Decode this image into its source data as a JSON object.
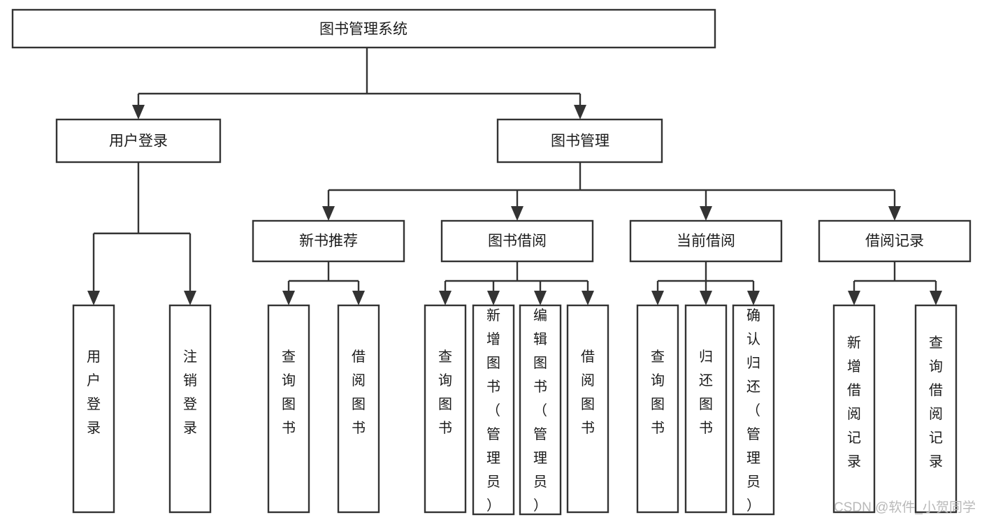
{
  "diagram": {
    "title": "图书管理系统",
    "type": "tree-hierarchy",
    "watermark": "CSDN @软件_小贺同学",
    "colors": {
      "box_stroke": "#333333",
      "box_fill": "#ffffff",
      "text": "#1b1b1b",
      "watermark": "#b9b9b9",
      "background": "#ffffff"
    },
    "levels": {
      "level1": "root",
      "level2": "modules",
      "level3": "sub-modules",
      "level4": "operations"
    }
  },
  "nodes": {
    "root": {
      "label": "图书管理系统"
    },
    "user_login": {
      "label": "用户登录"
    },
    "book_manage": {
      "label": "图书管理"
    },
    "new_book_recommend": {
      "label": "新书推荐"
    },
    "book_borrow": {
      "label": "图书借阅"
    },
    "current_borrow": {
      "label": "当前借阅"
    },
    "borrow_record": {
      "label": "借阅记录"
    },
    "leaf_user_login": {
      "label": "用户登录"
    },
    "leaf_logout": {
      "label": "注销登录"
    },
    "leaf_query_book_1": {
      "label": "查询图书"
    },
    "leaf_borrow_book_1": {
      "label": "借阅图书"
    },
    "leaf_query_book_2": {
      "label": "查询图书"
    },
    "leaf_add_book_admin": {
      "label": "新增图书（管理员）"
    },
    "leaf_edit_book_admin": {
      "label": "编辑图书（管理员）"
    },
    "leaf_borrow_book_2": {
      "label": "借阅图书"
    },
    "leaf_query_book_3": {
      "label": "查询图书"
    },
    "leaf_return_book": {
      "label": "归还图书"
    },
    "leaf_confirm_return_admin": {
      "label": "确认归还（管理员）"
    },
    "leaf_add_record": {
      "label": "新增借阅记录"
    },
    "leaf_query_record": {
      "label": "查询借阅记录"
    }
  },
  "tree": {
    "label": "图书管理系统",
    "children": [
      {
        "label": "用户登录",
        "children": [
          {
            "label": "用户登录"
          },
          {
            "label": "注销登录"
          }
        ]
      },
      {
        "label": "图书管理",
        "children": [
          {
            "label": "新书推荐",
            "children": [
              {
                "label": "查询图书"
              },
              {
                "label": "借阅图书"
              }
            ]
          },
          {
            "label": "图书借阅",
            "children": [
              {
                "label": "查询图书"
              },
              {
                "label": "新增图书（管理员）"
              },
              {
                "label": "编辑图书（管理员）"
              },
              {
                "label": "借阅图书"
              }
            ]
          },
          {
            "label": "当前借阅",
            "children": [
              {
                "label": "查询图书"
              },
              {
                "label": "归还图书"
              },
              {
                "label": "确认归还（管理员）"
              }
            ]
          },
          {
            "label": "借阅记录",
            "children": [
              {
                "label": "新增借阅记录"
              },
              {
                "label": "查询借阅记录"
              }
            ]
          }
        ]
      }
    ]
  }
}
